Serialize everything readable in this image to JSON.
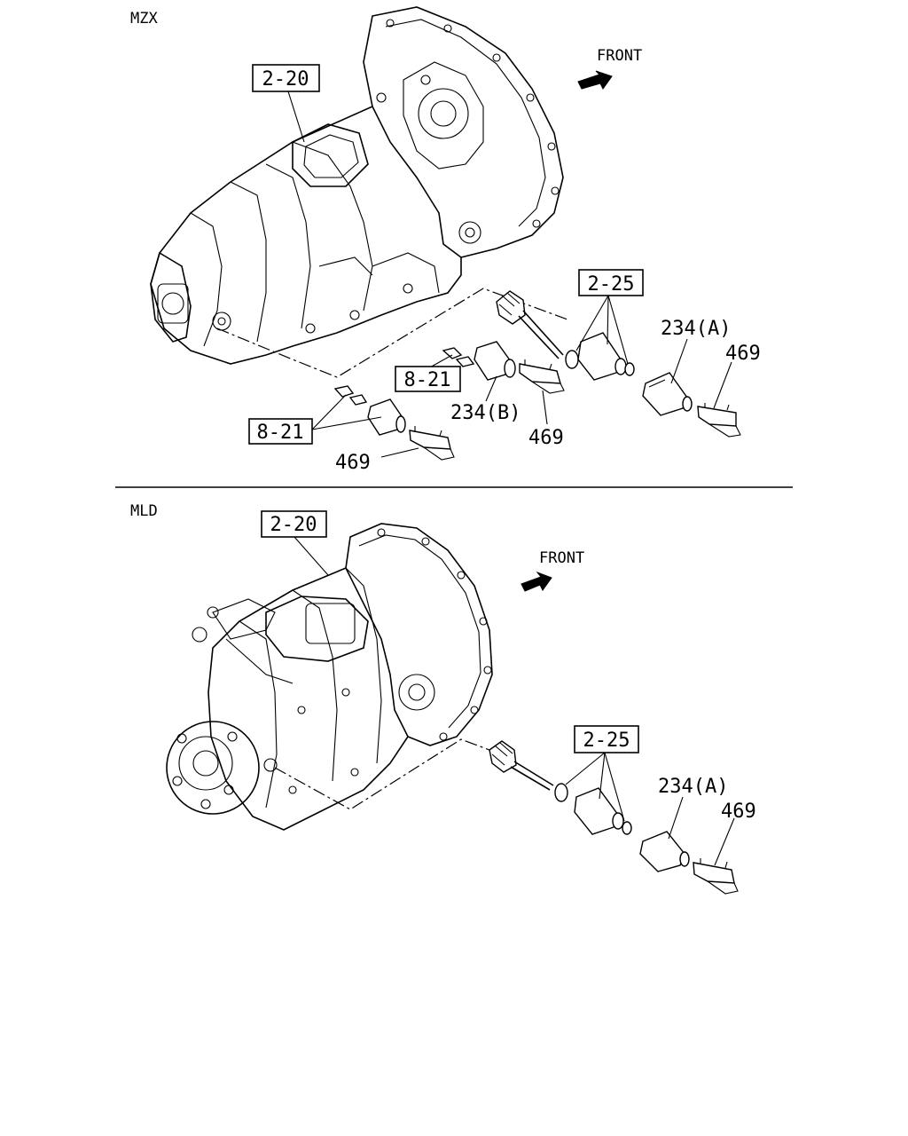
{
  "sections": {
    "top": {
      "model": "MZX",
      "front": "FRONT",
      "refs": {
        "housing": "2-20",
        "sensor": "2-25",
        "pin_upper": "8-21",
        "pin_lower": "8-21"
      },
      "parts": {
        "sleeve_a": "234(A)",
        "sleeve_b": "234(B)",
        "plate_right": "469",
        "plate_mid": "469",
        "plate_low": "469"
      }
    },
    "bottom": {
      "model": "MLD",
      "front": "FRONT",
      "refs": {
        "housing": "2-20",
        "sensor": "2-25"
      },
      "parts": {
        "sleeve_a": "234(A)",
        "plate_right": "469"
      }
    }
  }
}
